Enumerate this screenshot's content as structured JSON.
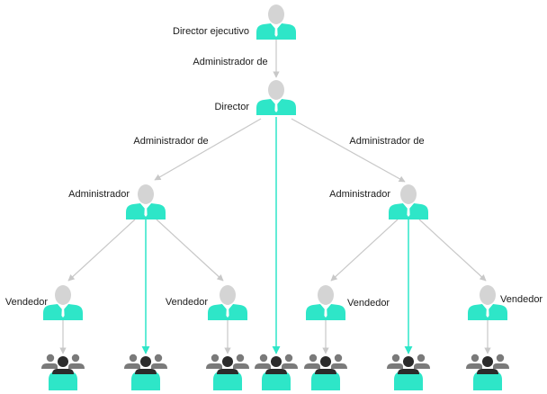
{
  "colors": {
    "accent": "#2ee6c8",
    "connector": "#c8c8c8",
    "person_grey": "#d4d4d4",
    "group_dark": "#2b2b2b",
    "group_grey": "#7a7a7a"
  },
  "nodes": {
    "ceo": {
      "label": "Director ejecutivo"
    },
    "director": {
      "label": "Director"
    },
    "admin_left": {
      "label": "Administrador"
    },
    "admin_right": {
      "label": "Administrador"
    },
    "seller_1": {
      "label": "Vendedor"
    },
    "seller_2": {
      "label": "Vendedor"
    },
    "seller_3": {
      "label": "Vendedor"
    },
    "seller_4": {
      "label": "Vendedor"
    }
  },
  "relations": {
    "ceo_to_director": "Administrador de",
    "director_to_admin_left": "Administrador de",
    "director_to_admin_right": "Administrador de"
  },
  "icons": {
    "person": "person-icon",
    "team": "team-group-icon"
  }
}
